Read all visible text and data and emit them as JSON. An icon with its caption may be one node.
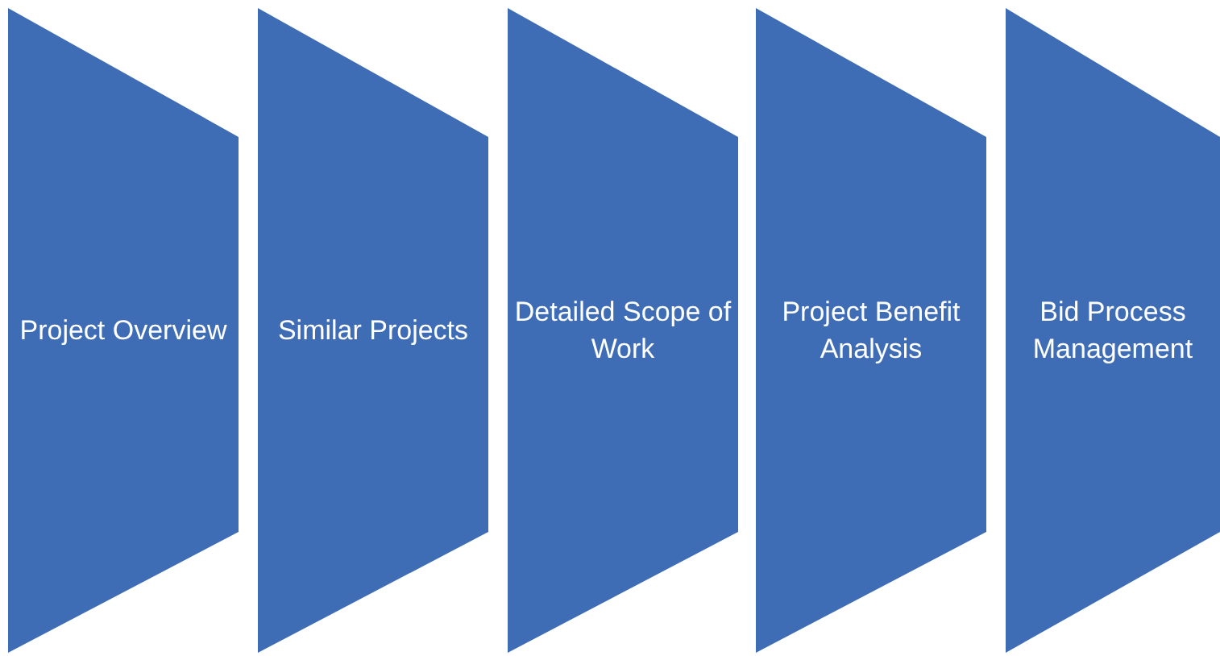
{
  "diagram": {
    "nodes": [
      {
        "text": [
          "Project Overview"
        ]
      },
      {
        "text": [
          "Similar Projects"
        ]
      },
      {
        "text": [
          "Detailed Scope of Work"
        ]
      },
      {
        "text": [
          "Project Benefit Analysis"
        ]
      },
      {
        "text": [
          "Bid Process Management"
        ]
      }
    ]
  }
}
